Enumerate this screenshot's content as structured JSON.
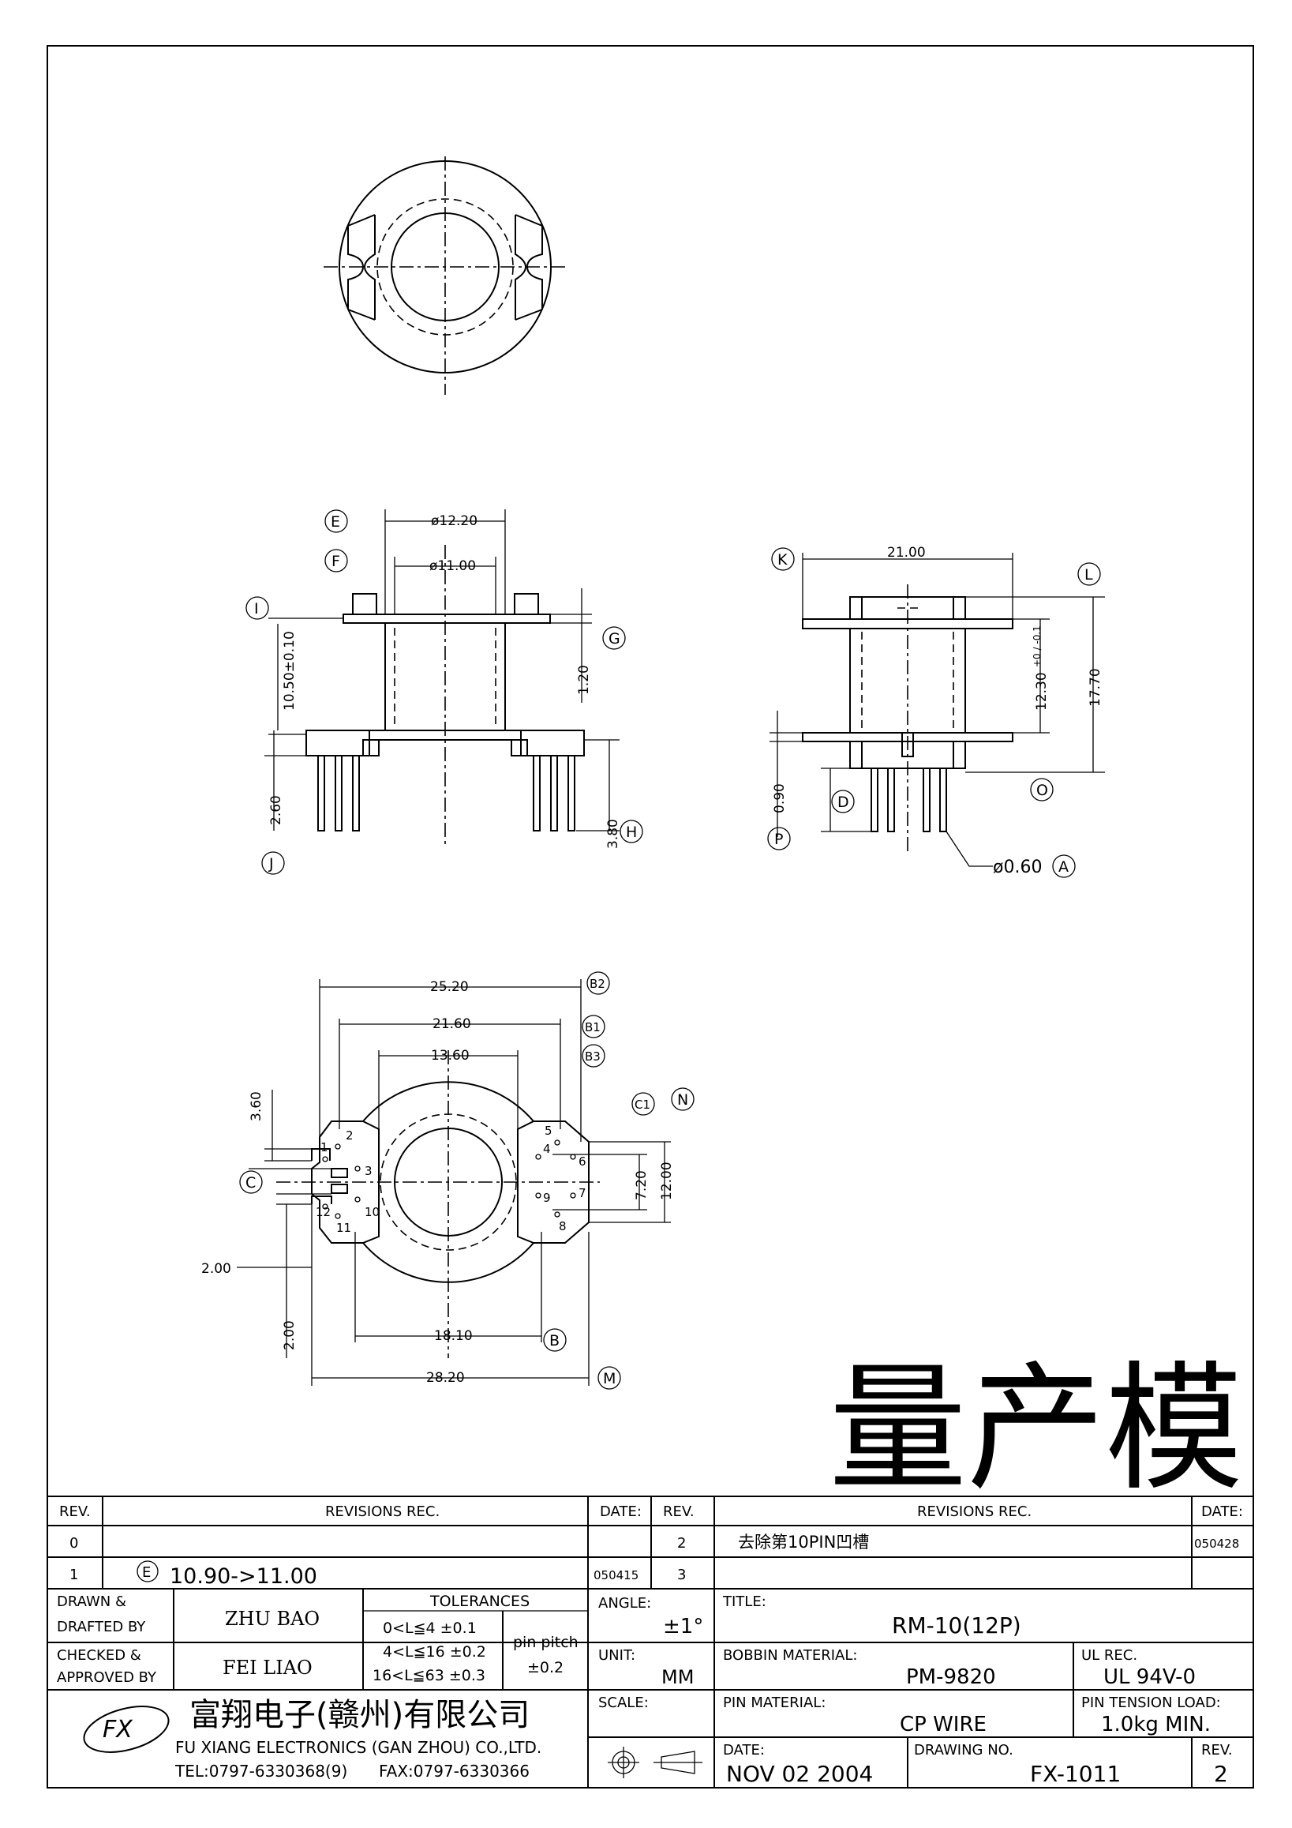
{
  "watermark": "量产模",
  "views": {
    "top_view": {},
    "front_view": {
      "labels": {
        "E": "E",
        "F": "F",
        "I": "I",
        "G": "G",
        "J": "J",
        "H": "H"
      },
      "dims": {
        "d_outer": "ø12.20",
        "d_inner": "ø11.00",
        "height": "10.50±0.10",
        "flange": "1.20",
        "pin_len": "2.60",
        "pin_total": "3.80"
      }
    },
    "side_view": {
      "labels": {
        "K": "K",
        "L": "L",
        "O": "O",
        "D": "D",
        "P": "P",
        "A": "A"
      },
      "dims": {
        "width": "21.00",
        "height_inner": "12.30",
        "height_tol": "+0 / -0.1",
        "height_total": "17.70",
        "base": "0.90",
        "pin_dia": "ø0.60"
      }
    },
    "bottom_view": {
      "labels": {
        "B2": "B2",
        "B1": "B1",
        "B3": "B3",
        "C1": "C1",
        "N": "N",
        "C": "C",
        "B": "B",
        "M": "M"
      },
      "dims": {
        "w1": "25.20",
        "w2": "21.60",
        "w3": "13.60",
        "h1": "3.60",
        "h2": "7.20",
        "h3": "12.00",
        "s1": "2.00",
        "s2": "2.00",
        "w4": "18.10",
        "w5": "28.20"
      },
      "pins": [
        "1",
        "2",
        "3",
        "4",
        "5",
        "6",
        "7",
        "8",
        "9",
        "10",
        "11",
        "12"
      ]
    }
  },
  "revisions_left": {
    "col_rev": "REV.",
    "col_rec": "REVISIONS   REC.",
    "col_date": "DATE:",
    "rows": [
      {
        "rev": "0",
        "rec": "",
        "date": ""
      },
      {
        "rev": "1",
        "rec_marker": "E",
        "rec": "10.90->11.00",
        "date": "050415"
      }
    ]
  },
  "revisions_right": {
    "col_rev": "REV.",
    "col_rec": "REVISIONS   REC.",
    "col_date": "DATE:",
    "rows": [
      {
        "rev": "2",
        "rec": "去除第10PIN凹槽",
        "date": "050428"
      },
      {
        "rev": "3",
        "rec": "",
        "date": ""
      }
    ]
  },
  "title_block": {
    "drawn_label_1": "DRAWN  &",
    "drawn_label_2": "DRAFTED BY",
    "drawn_by": "ZHU BAO",
    "checked_label_1": "CHECKED  &",
    "checked_label_2": "APPROVED BY",
    "checked_by": "FEI LIAO",
    "tolerances_label": "TOLERANCES",
    "tol_rows": [
      "0<L≦4   ±0.1",
      "4<L≦16  ±0.2",
      "16<L≦63  ±0.3"
    ],
    "pin_pitch_label": "pin  pitch",
    "pin_pitch_value": "±0.2",
    "angle_label": "ANGLE:",
    "angle_value": "±1°",
    "unit_label": "UNIT:",
    "unit_value": "MM",
    "scale_label": "SCALE:",
    "title_label": "TITLE:",
    "title_value": "RM-10(12P)",
    "bobbin_label": "BOBBIN  MATERIAL:",
    "bobbin_value": "PM-9820",
    "ul_label": "UL  REC.",
    "ul_value": "UL  94V-0",
    "pin_mat_label": "PIN  MATERIAL:",
    "pin_mat_value": "CP  WIRE",
    "tension_label": "PIN  TENSION  LOAD:",
    "tension_value": "1.0kg  MIN.",
    "date_label": "DATE:",
    "date_value": "NOV  02  2004",
    "drawing_no_label": "DRAWING  NO.",
    "drawing_no_value": "FX-1011",
    "rev_label": "REV.",
    "rev_value": "2",
    "company_cn": "富翔电子(赣州)有限公司",
    "company_en": "FU XIANG ELECTRONICS (GAN ZHOU) CO.,LTD.",
    "tel": "TEL:0797-6330368(9)",
    "fax": "FAX:0797-6330366",
    "logo_text": "FX"
  }
}
